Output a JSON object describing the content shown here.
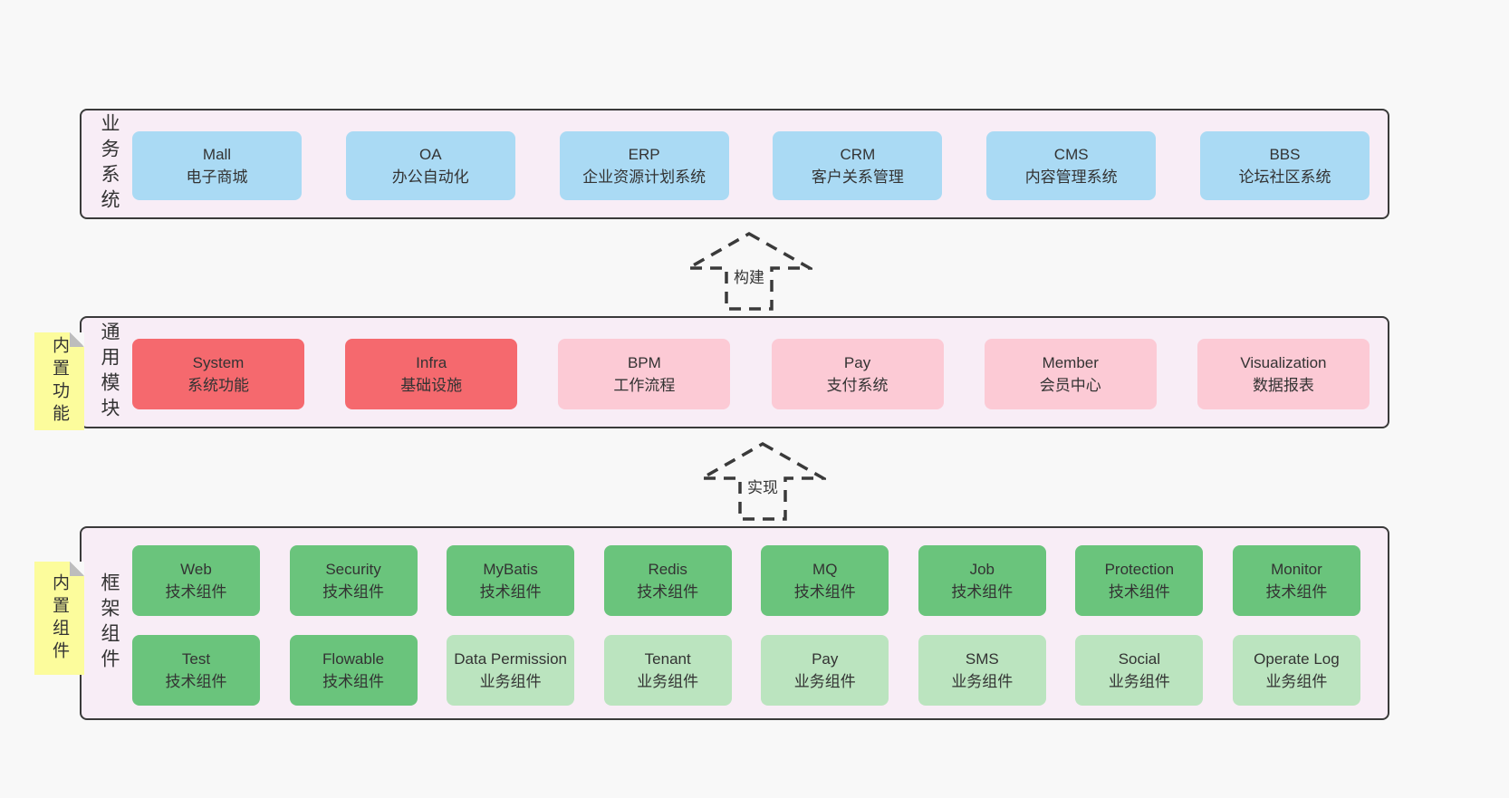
{
  "layers": {
    "business": {
      "label": "业务系统",
      "boxes": [
        {
          "title": "Mall",
          "subtitle": "电子商城",
          "color": "blue"
        },
        {
          "title": "OA",
          "subtitle": "办公自动化",
          "color": "blue"
        },
        {
          "title": "ERP",
          "subtitle": "企业资源计划系统",
          "color": "blue"
        },
        {
          "title": "CRM",
          "subtitle": "客户关系管理",
          "color": "blue"
        },
        {
          "title": "CMS",
          "subtitle": "内容管理系统",
          "color": "blue"
        },
        {
          "title": "BBS",
          "subtitle": "论坛社区系统",
          "color": "blue"
        }
      ]
    },
    "modules": {
      "label": "通用模块",
      "sticky_note": "内置功能",
      "boxes": [
        {
          "title": "System",
          "subtitle": "系统功能",
          "color": "red"
        },
        {
          "title": "Infra",
          "subtitle": "基础设施",
          "color": "red"
        },
        {
          "title": "BPM",
          "subtitle": "工作流程",
          "color": "pink"
        },
        {
          "title": "Pay",
          "subtitle": "支付系统",
          "color": "pink"
        },
        {
          "title": "Member",
          "subtitle": "会员中心",
          "color": "pink"
        },
        {
          "title": "Visualization",
          "subtitle": "数据报表",
          "color": "pink"
        }
      ]
    },
    "components": {
      "label": "框架组件",
      "sticky_note": "内置组件",
      "row1": [
        {
          "title": "Web",
          "subtitle": "技术组件",
          "color": "green"
        },
        {
          "title": "Security",
          "subtitle": "技术组件",
          "color": "green"
        },
        {
          "title": "MyBatis",
          "subtitle": "技术组件",
          "color": "green"
        },
        {
          "title": "Redis",
          "subtitle": "技术组件",
          "color": "green"
        },
        {
          "title": "MQ",
          "subtitle": "技术组件",
          "color": "green"
        },
        {
          "title": "Job",
          "subtitle": "技术组件",
          "color": "green"
        },
        {
          "title": "Protection",
          "subtitle": "技术组件",
          "color": "green"
        },
        {
          "title": "Monitor",
          "subtitle": "技术组件",
          "color": "green"
        }
      ],
      "row2": [
        {
          "title": "Test",
          "subtitle": "技术组件",
          "color": "green"
        },
        {
          "title": "Flowable",
          "subtitle": "技术组件",
          "color": "green"
        },
        {
          "title": "Data Permission",
          "subtitle": "业务组件",
          "color": "green-light"
        },
        {
          "title": "Tenant",
          "subtitle": "业务组件",
          "color": "green-light"
        },
        {
          "title": "Pay",
          "subtitle": "业务组件",
          "color": "green-light"
        },
        {
          "title": "SMS",
          "subtitle": "业务组件",
          "color": "green-light"
        },
        {
          "title": "Social",
          "subtitle": "业务组件",
          "color": "green-light"
        },
        {
          "title": "Operate Log",
          "subtitle": "业务组件",
          "color": "green-light"
        }
      ]
    }
  },
  "arrows": {
    "build_label": "构建",
    "implement_label": "实现"
  },
  "colors": {
    "page_background": "#f8f8f8",
    "band_background": "#f8edf6",
    "band_border": "#3a3a3a",
    "blue_box": "#aadaf4",
    "red_box": "#f5696e",
    "pink_box": "#fccad5",
    "green_box": "#6ac47c",
    "light_green_box": "#bbe4bf",
    "sticky_yellow": "#fcfc9c",
    "text": "#333333"
  }
}
